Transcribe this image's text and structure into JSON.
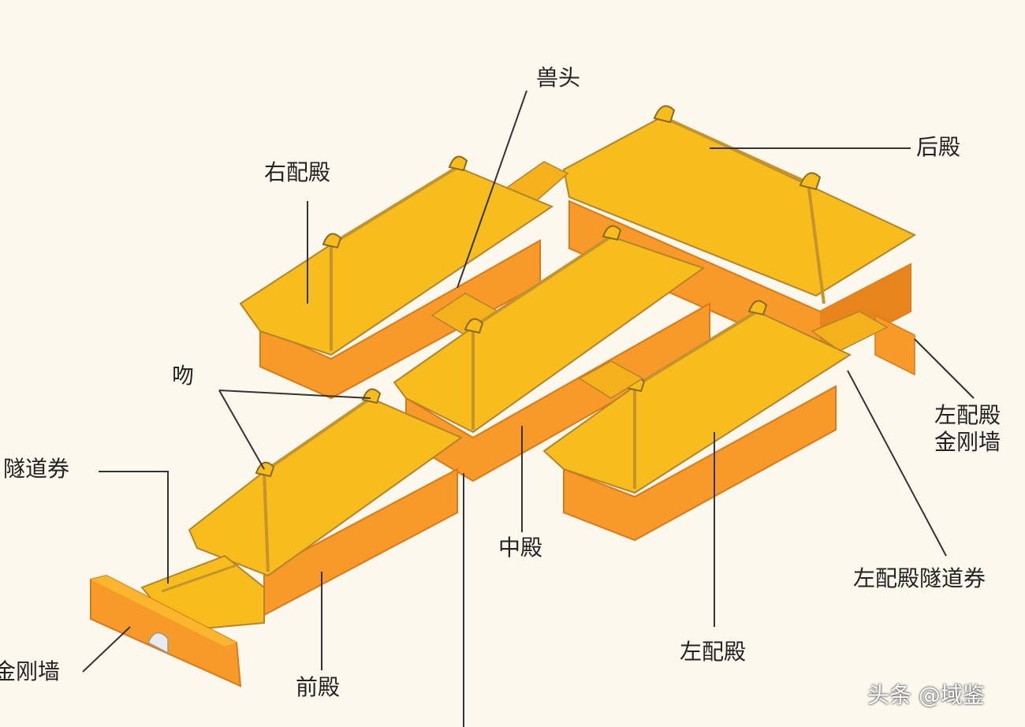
{
  "labels": {
    "shoutou": "兽头",
    "houdian": "后殿",
    "you_peidian": "右配殿",
    "wen": "吻",
    "suidaoquan": "隧道券",
    "jingangqiang": "金刚墙",
    "qiandian": "前殿",
    "zhongdian": "中殿",
    "zuo_peidian": "左配殿",
    "zuo_peidian_suidaoquan": "左配殿隧道券",
    "zuo_peidian_jingangqiang_line1": "左配殿",
    "zuo_peidian_jingangqiang_line2": "金刚墙"
  },
  "watermark": "头条 @域鉴",
  "colors": {
    "background": "#fcf8ee",
    "roof": "#f6bd1d",
    "roof_dark": "#e9a514",
    "wall": "#f79a29",
    "wall_dark": "#e67e1a",
    "ridge": "#d9a22a",
    "leader": "#333333"
  }
}
